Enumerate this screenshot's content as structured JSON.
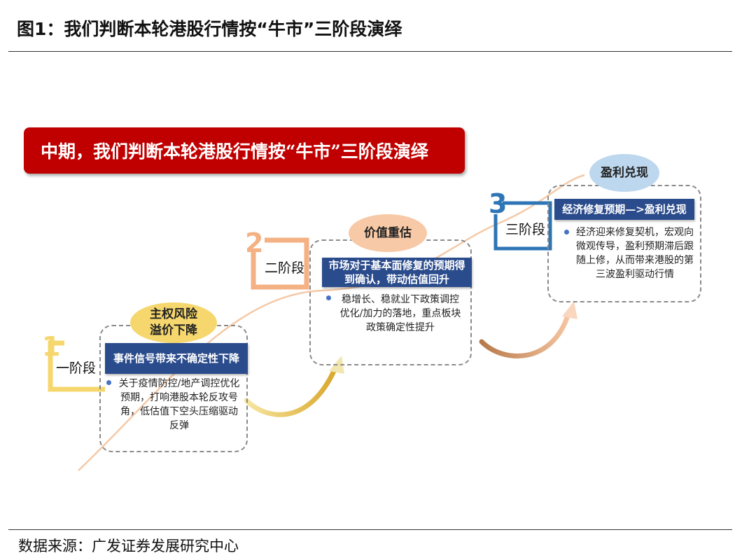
{
  "figure_title": "图1：我们判断本轮港股行情按“牛市”三阶段演绎",
  "banner": "中期，我们判断本轮港股行情按“牛市”三阶段演绎",
  "stages": [
    {
      "number": "1",
      "label": "一阶段",
      "bubble": "主权风险\n溢价下降",
      "header": "事件信号带来不确定性下降",
      "text": "关于疫情防控/地产调控优化预期，打响港股本轮反攻号角，低估值下空头压缩驱动反弹",
      "color": "#f5d76e"
    },
    {
      "number": "2",
      "label": "二阶段",
      "bubble": "价值重估",
      "header": "市场对于基本面修复的预期得到确认，带动估值回升",
      "text": "稳增长、稳就业下政策调控优化/加力的落地，重点板块政策确定性提升",
      "color": "#f4b183"
    },
    {
      "number": "3",
      "label": "三阶段",
      "bubble": "盈利兑现",
      "header": "经济修复预期—>盈利兑现",
      "text": "经济迎来修复契机，宏观向微观传导，盈利预期滞后跟随上修，从而带来港股的第三波盈利驱动行情",
      "color": "#bdd7ee"
    }
  ],
  "source": "数据来源：广发证券发展研究中心"
}
